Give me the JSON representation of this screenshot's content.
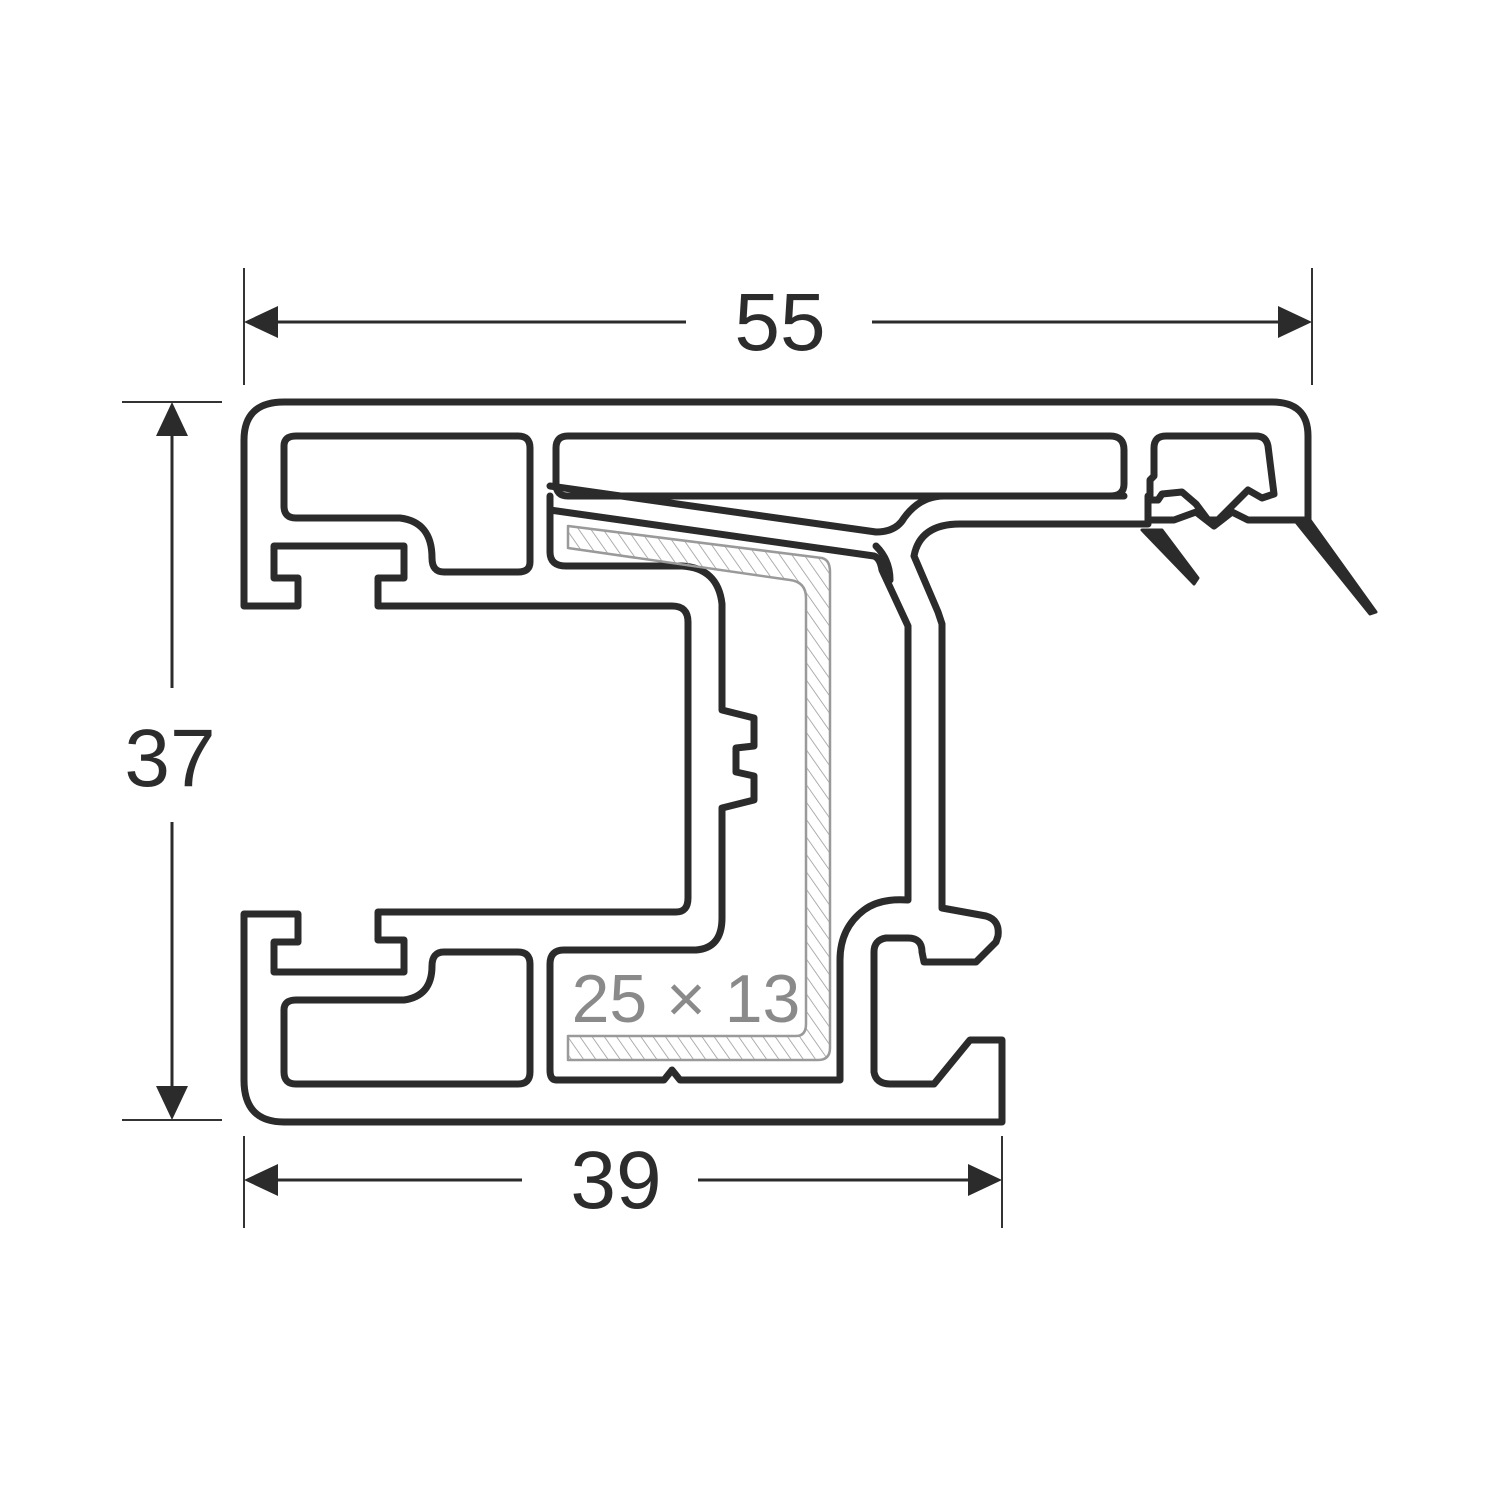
{
  "dimensions": {
    "top_width": "55",
    "height": "37",
    "bottom_width": "39"
  },
  "insert": {
    "label": "25 × 13"
  },
  "colors": {
    "line": "#2b2b2b",
    "insert": "#8a8a8a",
    "background": "#ffffff"
  }
}
